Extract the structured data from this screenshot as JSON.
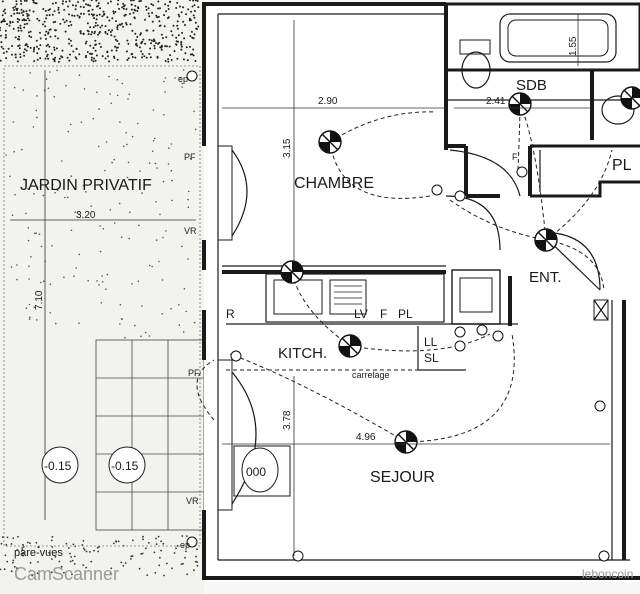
{
  "rooms": {
    "garden": "JARDIN PRIVATIF",
    "bedroom": "CHAMBRE",
    "bathroom": "SDB",
    "entry": "ENT.",
    "kitchen": "KITCH.",
    "living": "SEJOUR",
    "closet": "PL"
  },
  "dimensions": {
    "garden_width": "3.20",
    "garden_depth": "7.10",
    "bedroom_width": "2.90",
    "bedroom_depth": "3.15",
    "bath_width": "2.41",
    "bath_depth": "1.55",
    "living_width": "4.96",
    "living_depth": "3.78"
  },
  "levels": {
    "level_left": "-0.15",
    "level_right": "-0.15"
  },
  "fixtures": {
    "lv": "LV",
    "f": "F",
    "pl": "PL",
    "ll": "LL",
    "sl": "SL",
    "r": "R",
    "pf_top": "PF",
    "pf_bottom": "PF",
    "vr_top": "VR",
    "vr_bottom": "VR",
    "ep_top": "ep",
    "ep_bottom": "ep",
    "f_bath": "F",
    "heater": "000",
    "floor": "carrelage",
    "screens": "pare-vues"
  },
  "watermarks": {
    "scanner": "CamScanner",
    "site": "leboncoin"
  }
}
